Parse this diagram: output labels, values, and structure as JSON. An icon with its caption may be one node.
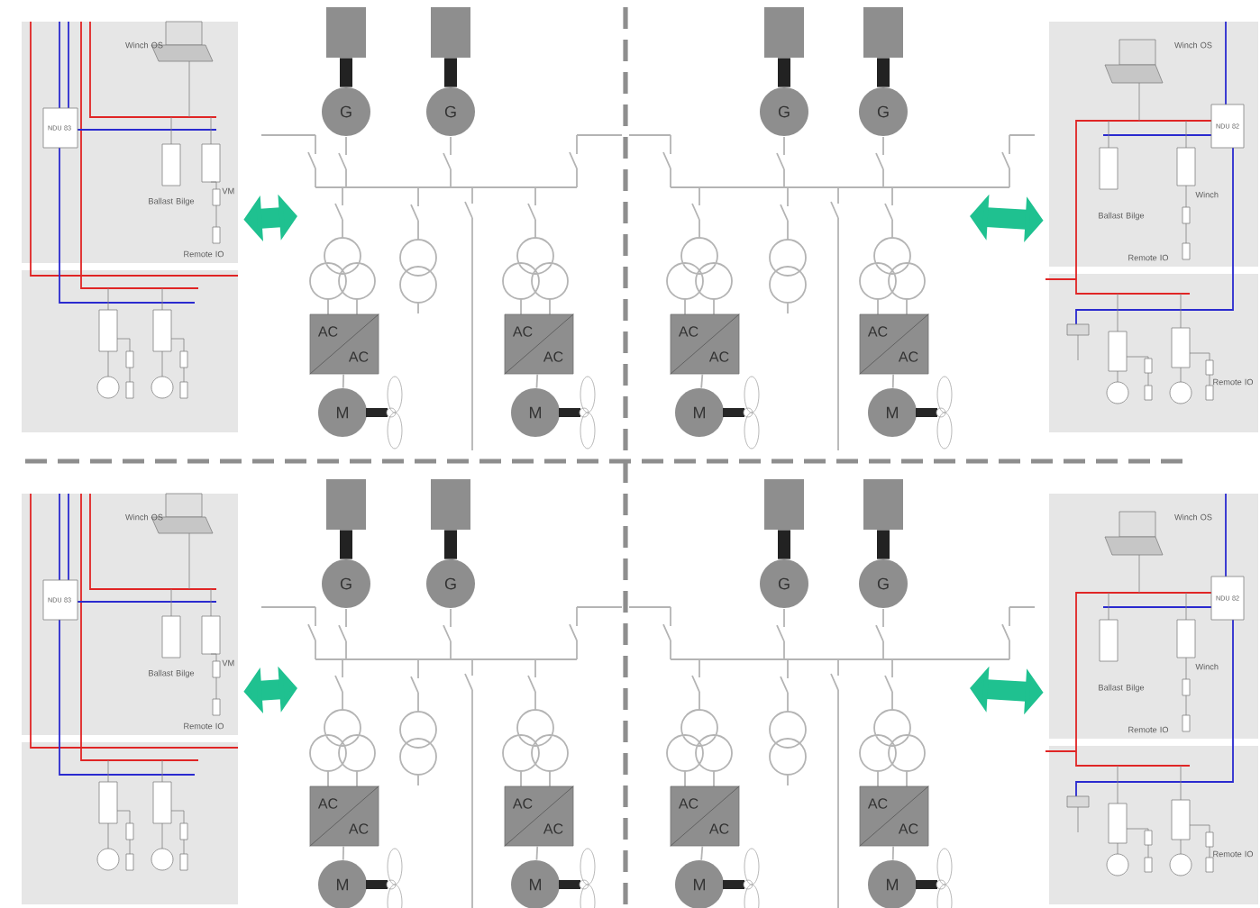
{
  "diagram": {
    "nodes": [
      {
        "text": [
          "Winch OS",
          "NDU 83",
          "Ballast Bilge",
          "VM",
          "Remote IO"
        ]
      },
      {
        "text": [],
        "shape": "box"
      },
      {
        "text": [],
        "shape": "box"
      },
      {
        "text": [
          "G"
        ]
      },
      {
        "text": [
          "G"
        ]
      },
      {
        "text": [
          "AC",
          "AC"
        ]
      },
      {
        "text": [
          "AC",
          "AC"
        ]
      },
      {
        "text": [
          "M"
        ]
      },
      {
        "text": [
          "M"
        ]
      },
      {
        "text": [],
        "shape": "box"
      },
      {
        "text": [],
        "shape": "box"
      },
      {
        "text": [
          "G"
        ]
      },
      {
        "text": [
          "G"
        ]
      },
      {
        "text": [
          "AC",
          "AC"
        ]
      },
      {
        "text": [
          "AC",
          "AC"
        ]
      },
      {
        "text": [
          "M"
        ]
      },
      {
        "text": [
          "M"
        ]
      },
      {
        "text": [
          "Winch OS",
          "NDU 82",
          "Ballast Bilge",
          "Winch",
          "Remote IO",
          "Remote IO"
        ]
      },
      {
        "text": [
          "Winch OS",
          "NDU 83",
          "Ballast Bilge",
          "VM",
          "Remote IO"
        ]
      },
      {
        "text": [],
        "shape": "box"
      },
      {
        "text": [],
        "shape": "box"
      },
      {
        "text": [
          "G"
        ]
      },
      {
        "text": [
          "G"
        ]
      },
      {
        "text": [
          "AC",
          "AC"
        ]
      },
      {
        "text": [
          "AC",
          "AC"
        ]
      },
      {
        "text": [
          "M"
        ]
      },
      {
        "text": [
          "M"
        ]
      },
      {
        "text": [],
        "shape": "box"
      },
      {
        "text": [],
        "shape": "box"
      },
      {
        "text": [
          "G"
        ]
      },
      {
        "text": [
          "G"
        ]
      },
      {
        "text": [
          "AC",
          "AC"
        ]
      },
      {
        "text": [
          "AC",
          "AC"
        ]
      },
      {
        "text": [
          "M"
        ]
      },
      {
        "text": [
          "M"
        ]
      },
      {
        "text": [
          "Winch OS",
          "NDU 82",
          "Ballast Bilge",
          "Winch",
          "Remote IO",
          "Remote IO"
        ]
      }
    ],
    "edges": [
      {
        "from": 0,
        "to": null,
        "arrow": "both",
        "color": "#1fc190"
      },
      {
        "from": 1,
        "to": 3,
        "arrow": "none",
        "color": "#222222"
      },
      {
        "from": 2,
        "to": 4,
        "arrow": "none",
        "color": "#222222"
      },
      {
        "from": 5,
        "to": 7,
        "arrow": "none",
        "color": "#b4b4b4"
      },
      {
        "from": 6,
        "to": 8,
        "arrow": "none",
        "color": "#b4b4b4"
      },
      {
        "from": 9,
        "to": 11,
        "arrow": "none",
        "color": "#222222"
      },
      {
        "from": 10,
        "to": 12,
        "arrow": "none",
        "color": "#222222"
      },
      {
        "from": 13,
        "to": 15,
        "arrow": "none",
        "color": "#b4b4b4"
      },
      {
        "from": 14,
        "to": 16,
        "arrow": "none",
        "color": "#b4b4b4"
      },
      {
        "from": 17,
        "to": null,
        "arrow": "both",
        "color": "#1fc190"
      },
      {
        "from": 18,
        "to": null,
        "arrow": "both",
        "color": "#1fc190"
      },
      {
        "from": 19,
        "to": 21,
        "arrow": "none",
        "color": "#222222"
      },
      {
        "from": 20,
        "to": 22,
        "arrow": "none",
        "color": "#222222"
      },
      {
        "from": 23,
        "to": 25,
        "arrow": "none",
        "color": "#b4b4b4"
      },
      {
        "from": 24,
        "to": 26,
        "arrow": "none",
        "color": "#b4b4b4"
      },
      {
        "from": 27,
        "to": 29,
        "arrow": "none",
        "color": "#222222"
      },
      {
        "from": 28,
        "to": 30,
        "arrow": "none",
        "color": "#222222"
      },
      {
        "from": 31,
        "to": 33,
        "arrow": "none",
        "color": "#b4b4b4"
      },
      {
        "from": 32,
        "to": 34,
        "arrow": "none",
        "color": "#b4b4b4"
      },
      {
        "from": 35,
        "to": null,
        "arrow": "both",
        "color": "#1fc190"
      }
    ]
  }
}
